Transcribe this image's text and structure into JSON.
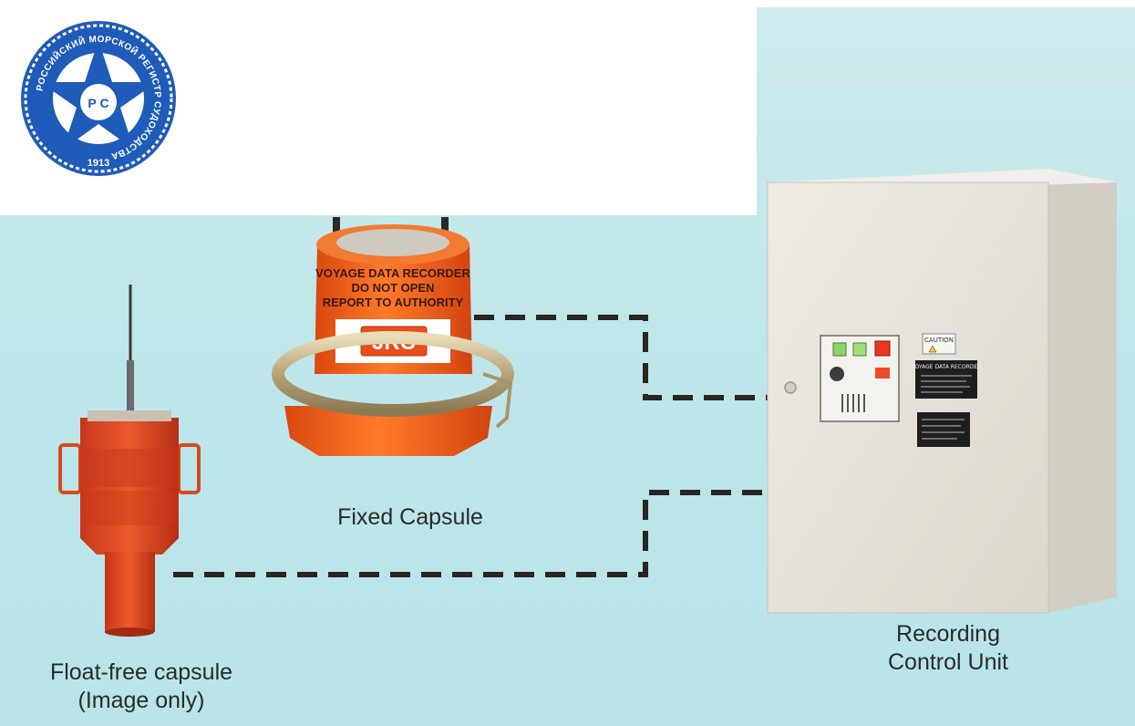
{
  "logo": {
    "ring_text": "РОССИЙСКИЙ МОРСКОЙ РЕГИСТР СУДОХОДСТВА",
    "year": "1913",
    "center_letters": "Р С",
    "icon": "anchor-star-seal-icon"
  },
  "fixed_capsule": {
    "band_text_line1": "VOYAGE DATA RECORDER",
    "band_text_line2": "DO NOT OPEN",
    "band_text_line3": "REPORT TO AUTHORITY",
    "brand": "JRC",
    "caption": "Fixed Capsule"
  },
  "float_free_capsule": {
    "caption_line1": "Float-free capsule",
    "caption_line2": "(Image only)"
  },
  "recording_control_unit": {
    "caption_line1": "Recording",
    "caption_line2": "Control Unit",
    "plate_title": "VOYAGE DATA RECORDER",
    "warning_label": "CAUTION"
  },
  "colors": {
    "background": "#bfe6ea",
    "capsule_orange": "#f26a1b",
    "cabinet": "#e8e4dc",
    "connector_dash": "#2a2422"
  }
}
